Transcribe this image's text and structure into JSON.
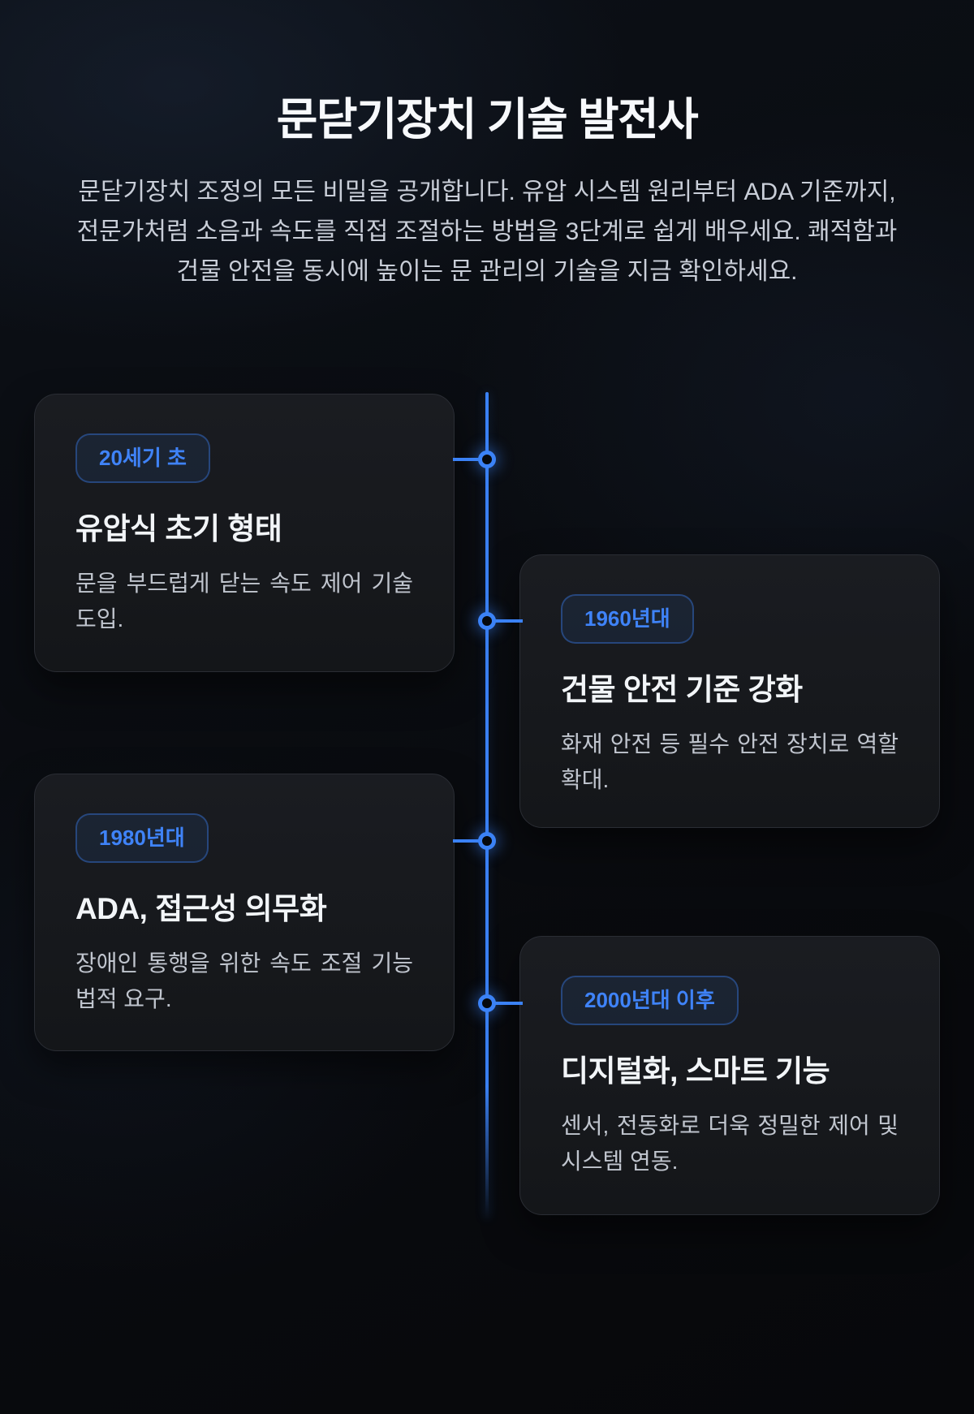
{
  "page": {
    "title": "문닫기장치 기술 발전사",
    "subtitle": "문닫기장치 조정의 모든 비밀을 공개합니다. 유압 시스템 원리부터 ADA 기준까지, 전문가처럼 소음과 속도를 직접 조절하는 방법을 3단계로 쉽게 배우세요. 쾌적함과 건물 안전을 동시에 높이는 문 관리의 기술을 지금 확인하세요."
  },
  "colors": {
    "accent": "#3b82f6",
    "badge_text": "#3f83f8",
    "page_bg": "#0a0d12",
    "card_bg": "#17191d",
    "title_text": "#f7f9fc",
    "body_text": "#c0c5ce"
  },
  "timeline": {
    "items": [
      {
        "side": "left",
        "badge": "20세기 초",
        "title": "유압식 초기 형태",
        "description": "문을 부드럽게 닫는 속도 제어 기술 도입."
      },
      {
        "side": "right",
        "badge": "1960년대",
        "title": "건물 안전 기준 강화",
        "description": "화재 안전 등 필수 안전 장치로 역할 확대."
      },
      {
        "side": "left",
        "badge": "1980년대",
        "title": "ADA, 접근성 의무화",
        "description": "장애인 통행을 위한 속도 조절 기능 법적 요구."
      },
      {
        "side": "right",
        "badge": "2000년대 이후",
        "title": "디지털화, 스마트 기능",
        "description": "센서, 전동화로 더욱 정밀한 제어 및 시스템 연동."
      }
    ]
  }
}
